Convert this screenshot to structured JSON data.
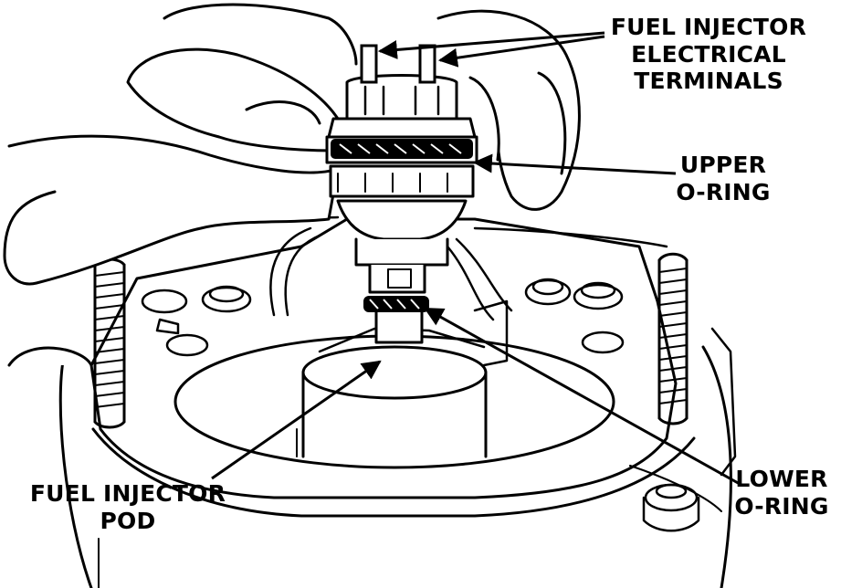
{
  "labels": {
    "terminals": {
      "line1": "FUEL INJECTOR",
      "line2": "ELECTRICAL",
      "line3": "TERMINALS"
    },
    "upper_oring": {
      "line1": "UPPER",
      "line2": "O-RING"
    },
    "pod": {
      "line1": "FUEL INJECTOR",
      "line2": "POD"
    },
    "lower_oring": {
      "line1": "LOWER",
      "line2": "O-RING"
    }
  },
  "colors": {
    "ink": "#000000",
    "paper": "#ffffff"
  }
}
